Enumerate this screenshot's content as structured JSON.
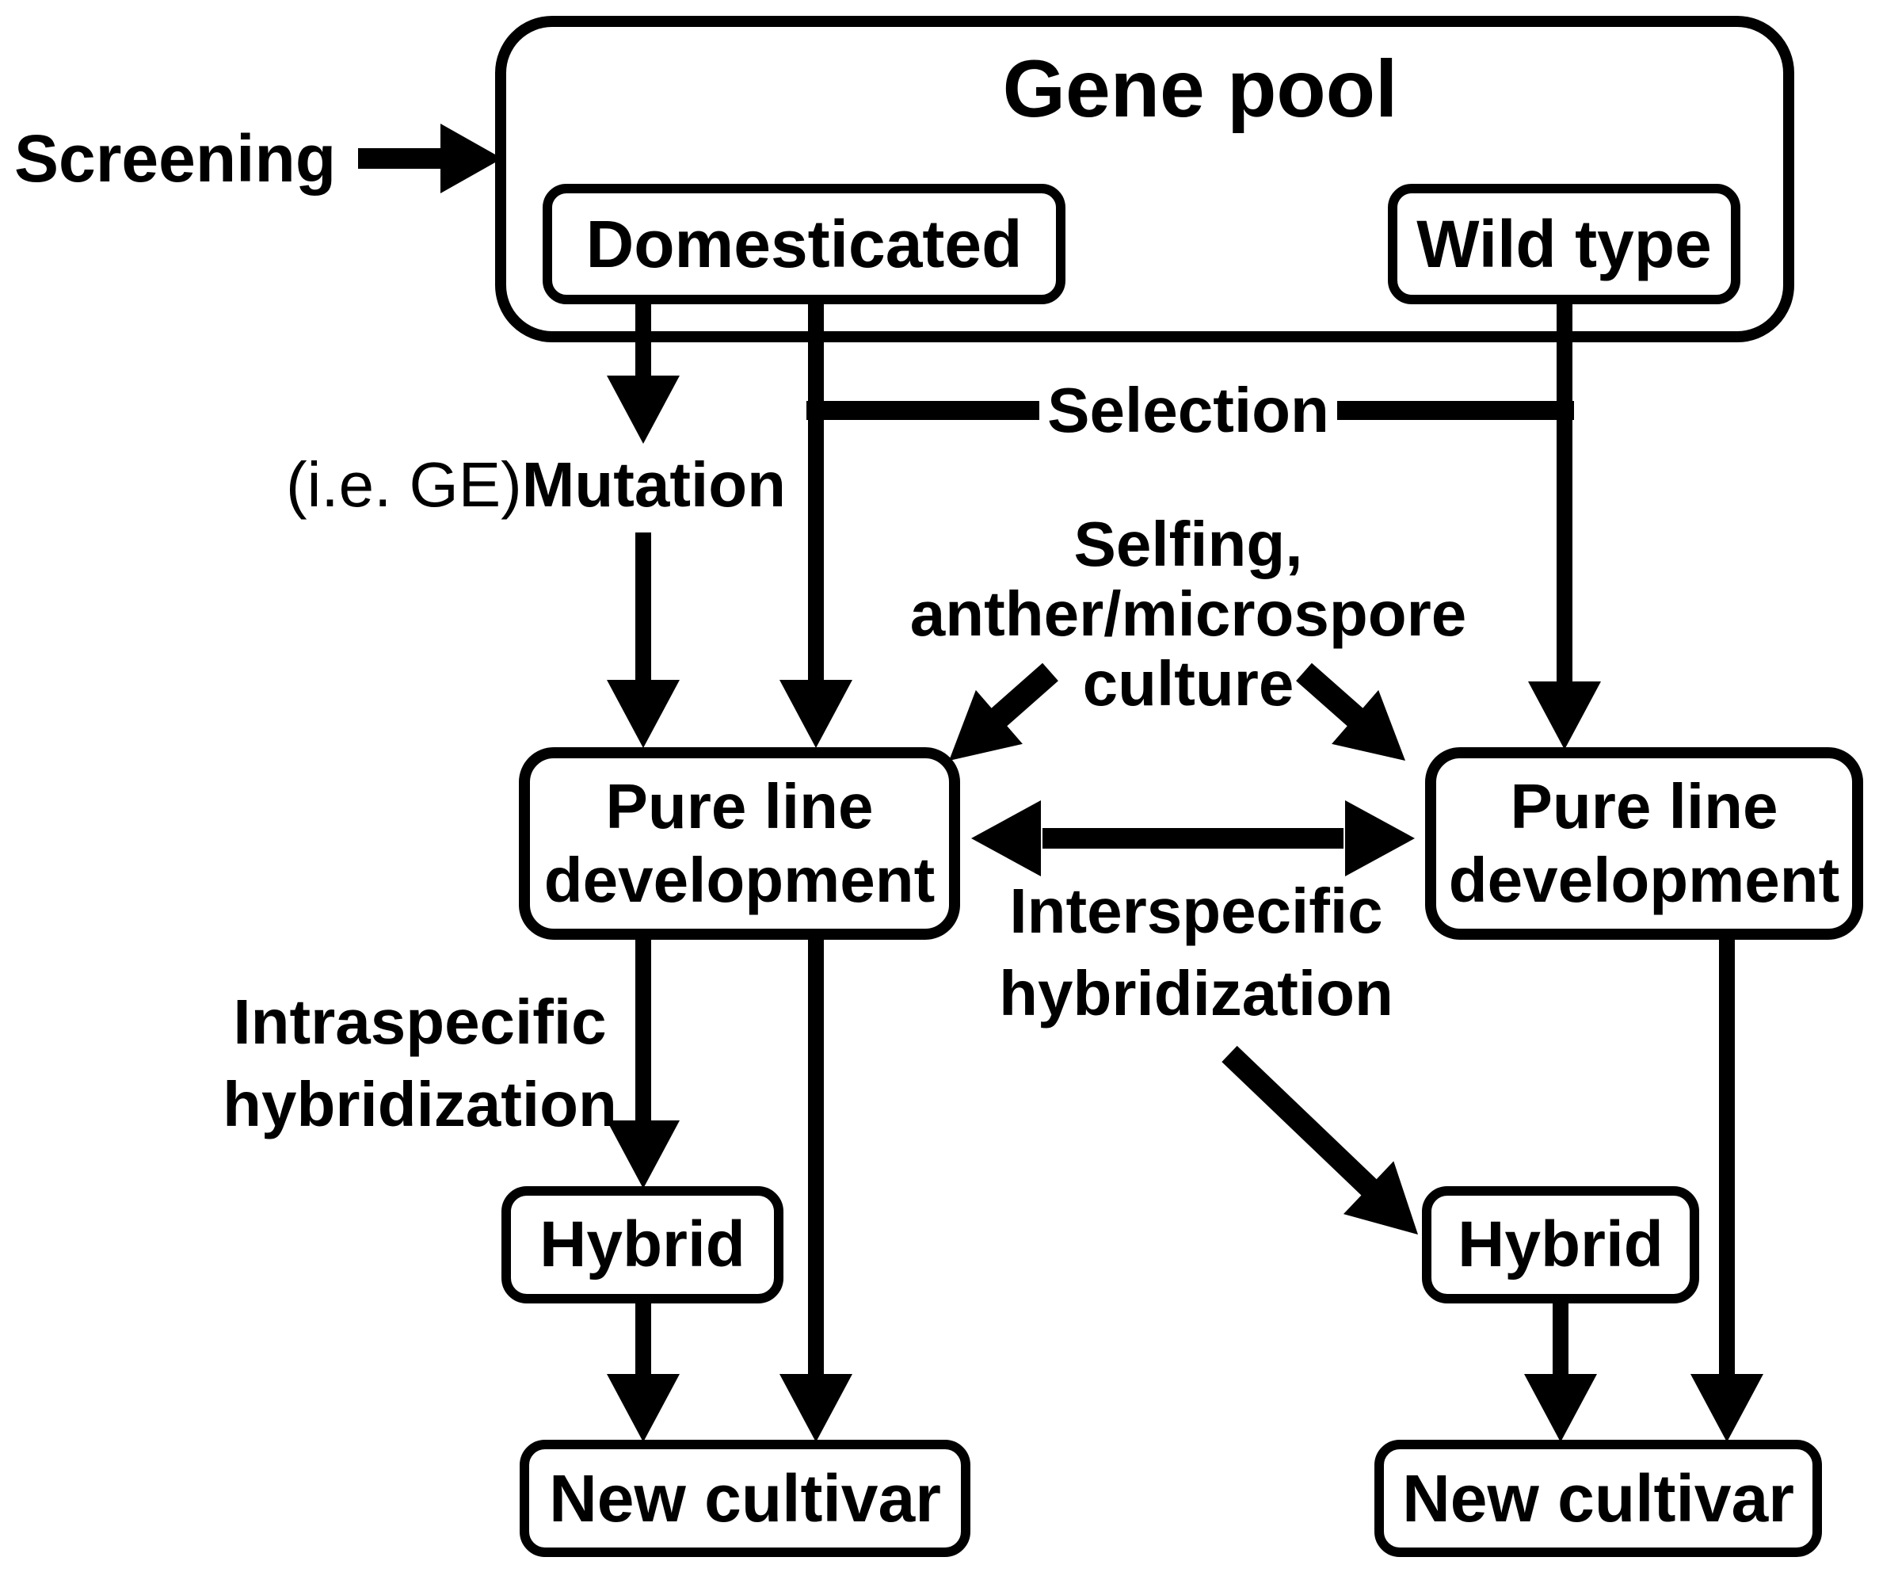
{
  "figure": {
    "background": "#ffffff",
    "ink": "#000000",
    "description_type": "flow-diagram"
  },
  "labels": {
    "screening": "Screening",
    "gene_pool": "Gene pool",
    "domesticated": "Domesticated",
    "wild_type": "Wild type",
    "selection": "Selection",
    "mutation_prefix": "(i.e. GE)",
    "mutation": "Mutation",
    "selfing_culture": "Selfing,\nanther/microspore\nculture",
    "pure_line_development": "Pure line\ndevelopment",
    "interspecific": "Interspecific\nhybridization",
    "intraspecific": "Intraspecific\nhybridization",
    "hybrid": "Hybrid",
    "new_cultivar": "New cultivar"
  }
}
